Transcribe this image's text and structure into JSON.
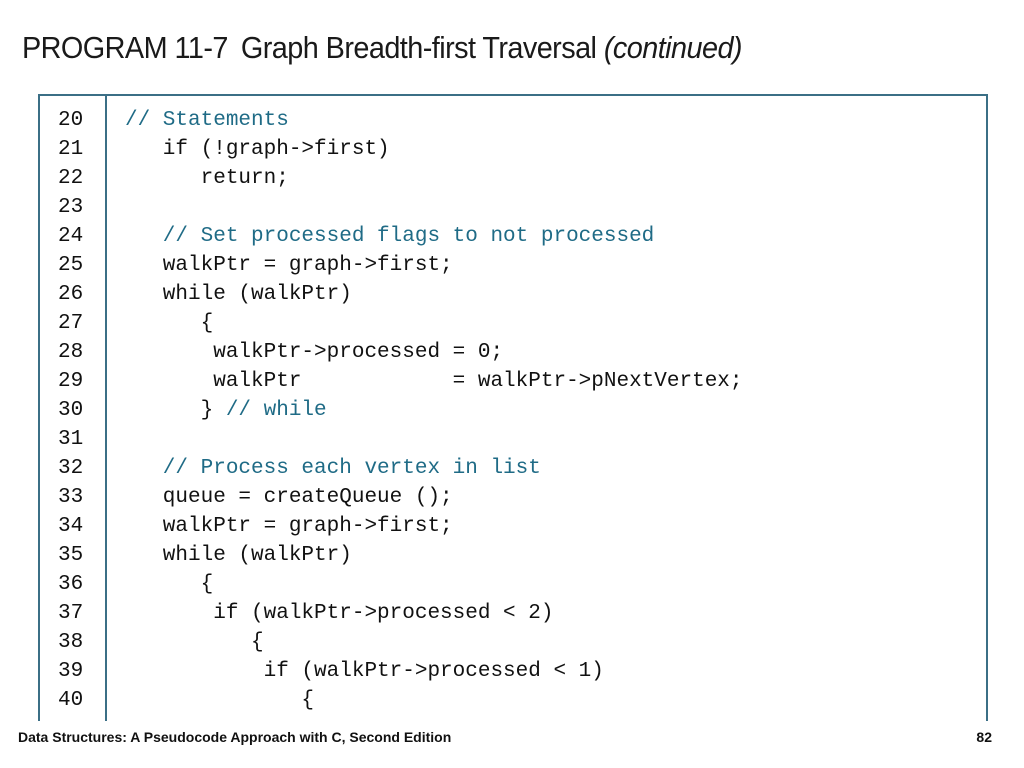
{
  "slide": {
    "title_program": "PROGRAM 11-7",
    "title_name": "Graph Breadth-first Traversal",
    "title_continued": "(continued)",
    "footer_text": "Data Structures: A Pseudocode Approach with C, Second Edition",
    "page_number": "82"
  },
  "code": {
    "lines": [
      {
        "num": "20",
        "code": "// Statements",
        "comment": true
      },
      {
        "num": "21",
        "code": "   if (!graph->first)"
      },
      {
        "num": "22",
        "code": "      return;"
      },
      {
        "num": "23",
        "code": ""
      },
      {
        "num": "24",
        "code": "   // Set processed flags to not processed",
        "comment": true
      },
      {
        "num": "25",
        "code": "   walkPtr = graph->first;"
      },
      {
        "num": "26",
        "code": "   while (walkPtr)"
      },
      {
        "num": "27",
        "code": "      {"
      },
      {
        "num": "28",
        "code": "       walkPtr->processed = 0;"
      },
      {
        "num": "29",
        "code": "       walkPtr            = walkPtr->pNextVertex;"
      },
      {
        "num": "30",
        "code": "      }",
        "trailing_comment": " // while"
      },
      {
        "num": "31",
        "code": ""
      },
      {
        "num": "32",
        "code": "   // Process each vertex in list",
        "comment": true
      },
      {
        "num": "33",
        "code": "   queue = createQueue ();"
      },
      {
        "num": "34",
        "code": "   walkPtr = graph->first;"
      },
      {
        "num": "35",
        "code": "   while (walkPtr)"
      },
      {
        "num": "36",
        "code": "      {"
      },
      {
        "num": "37",
        "code": "       if (walkPtr->processed < 2)"
      },
      {
        "num": "38",
        "code": "          {"
      },
      {
        "num": "39",
        "code": "           if (walkPtr->processed < 1)"
      },
      {
        "num": "40",
        "code": "              {"
      }
    ]
  },
  "colors": {
    "border": "#3b6f86",
    "comment": "#1f6b86",
    "text": "#111111"
  }
}
